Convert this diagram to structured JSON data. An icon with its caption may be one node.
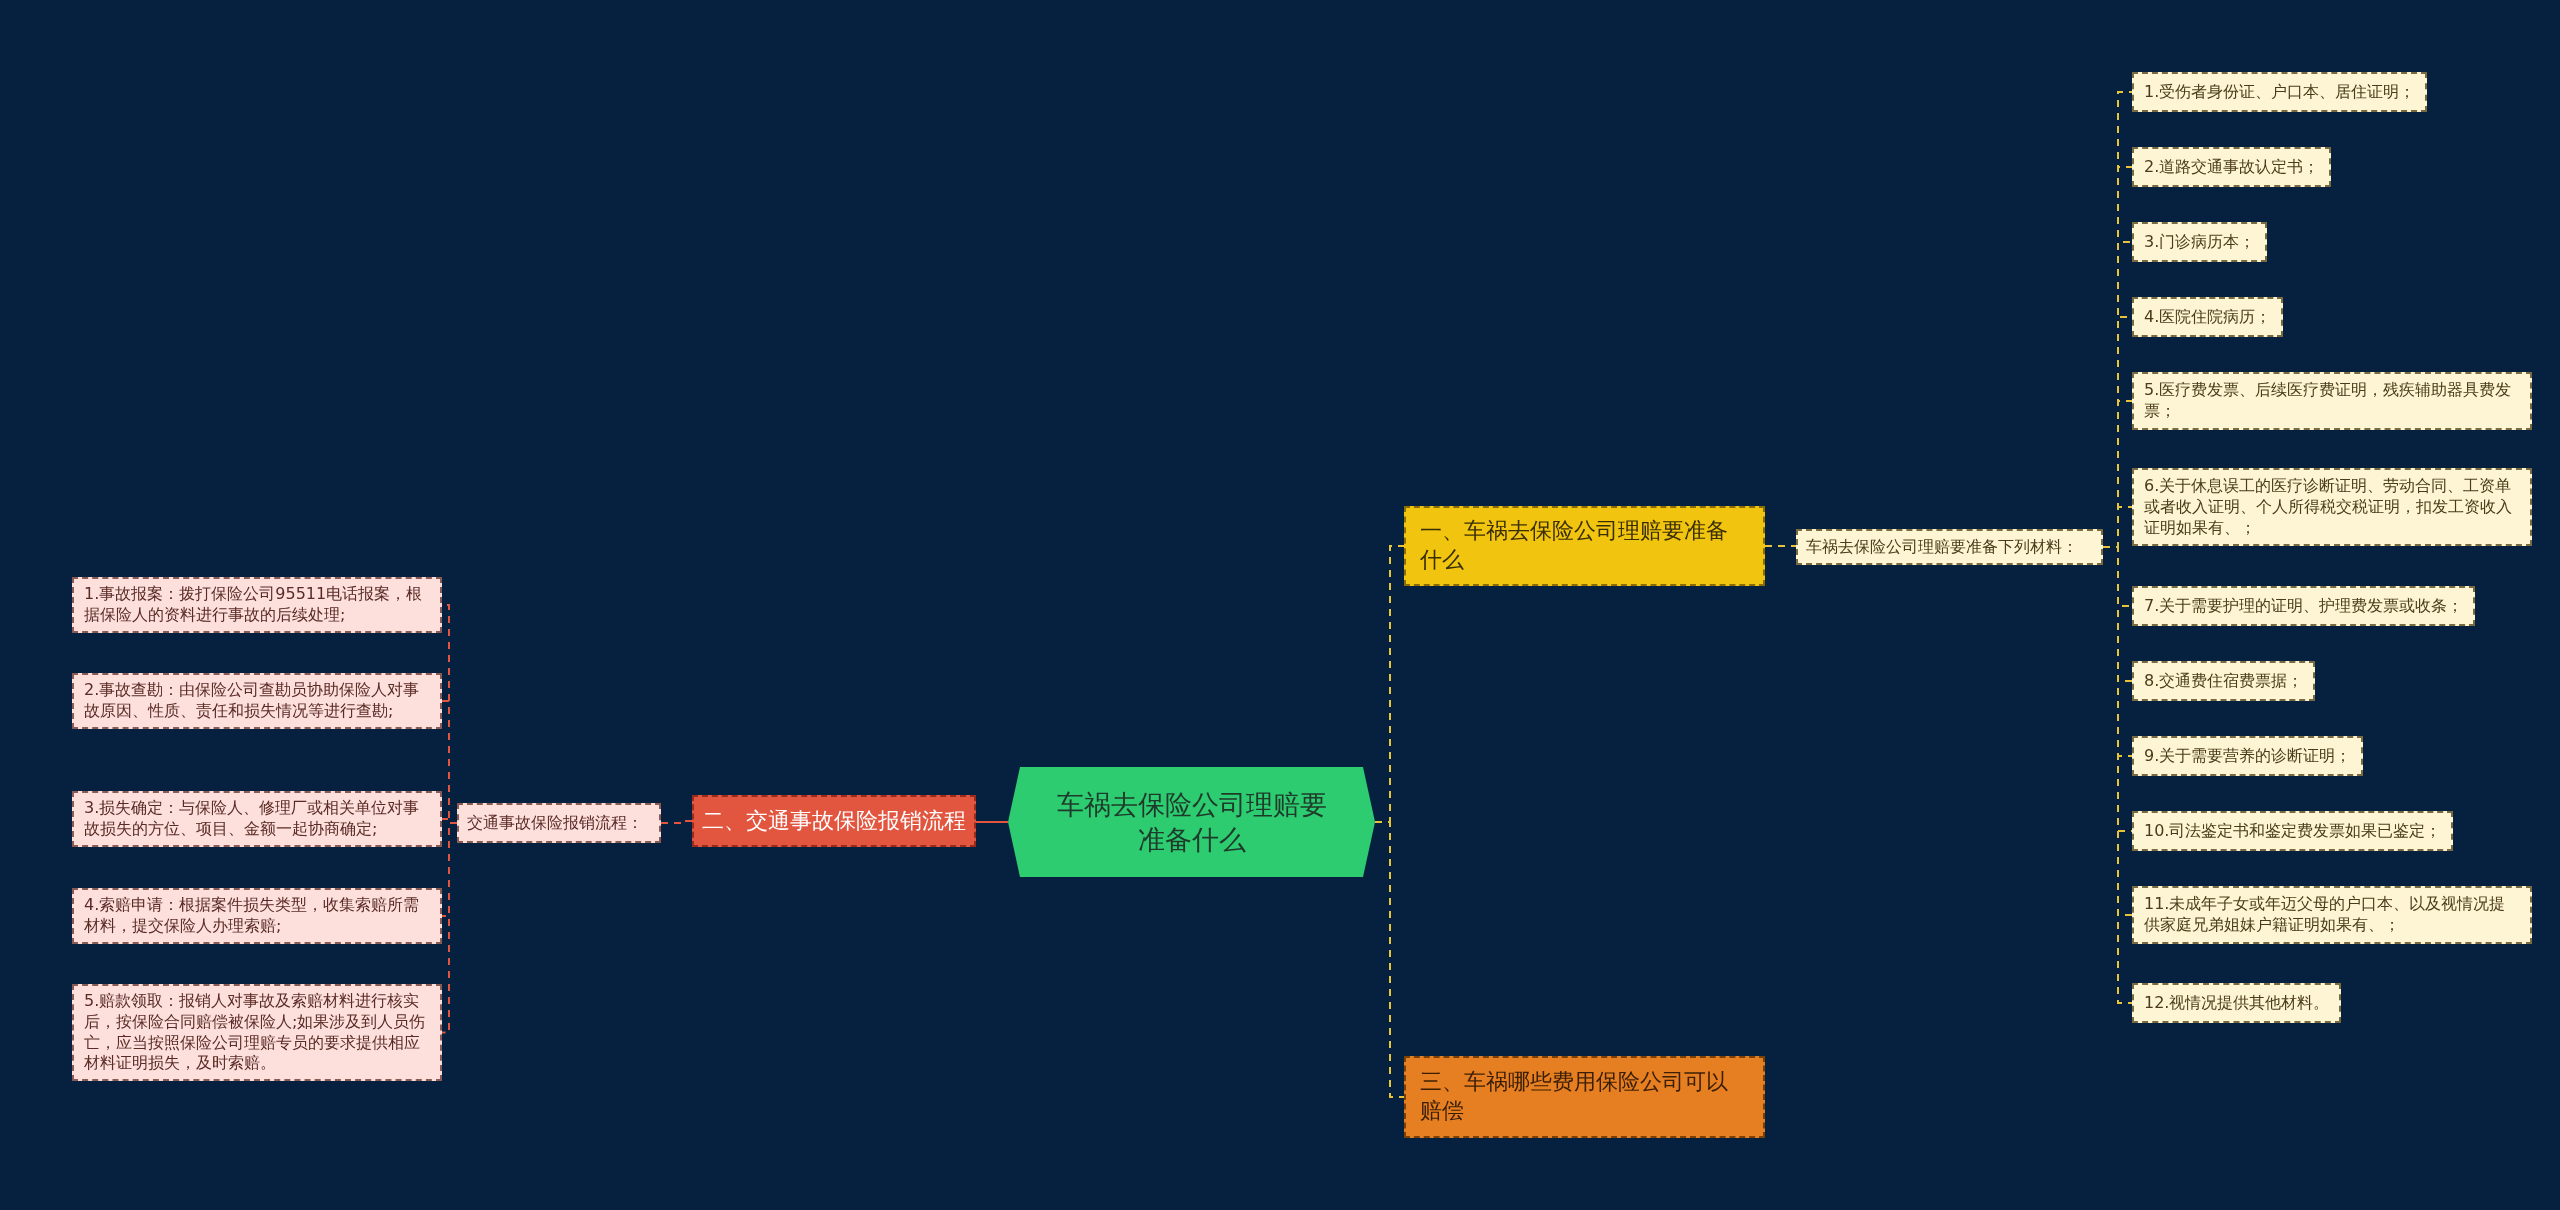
{
  "diagram": {
    "nodes": [
      {
        "text": [
          "车祸去保险公司理赔要准备什么"
        ]
      },
      {
        "text": [
          "一、车祸去保险公司理赔要准备什么"
        ]
      },
      {
        "text": [
          "车祸去保险公司理赔要准备下列材料："
        ]
      },
      {
        "text": [
          "1.受伤者身份证、户口本、居住证明；"
        ]
      },
      {
        "text": [
          "2.道路交通事故认定书；"
        ]
      },
      {
        "text": [
          "3.门诊病历本；"
        ]
      },
      {
        "text": [
          "4.医院住院病历；"
        ]
      },
      {
        "text": [
          "5.医疗费发票、后续医疗费证明，残疾辅助器具费发票；"
        ]
      },
      {
        "text": [
          "6.关于休息误工的医疗诊断证明、劳动合同、工资单或者收入证明、个人所得税交税证明，扣发工资收入证明如果有、；"
        ]
      },
      {
        "text": [
          "7.关于需要护理的证明、护理费发票或收条；"
        ]
      },
      {
        "text": [
          "8.交通费住宿费票据；"
        ]
      },
      {
        "text": [
          "9.关于需要营养的诊断证明；"
        ]
      },
      {
        "text": [
          "10.司法鉴定书和鉴定费发票如果已鉴定；"
        ]
      },
      {
        "text": [
          "11.未成年子女或年迈父母的户口本、以及视情况提供家庭兄弟姐妹户籍证明如果有、；"
        ]
      },
      {
        "text": [
          "12.视情况提供其他材料。"
        ]
      },
      {
        "text": [
          "三、车祸哪些费用保险公司可以赔偿"
        ]
      },
      {
        "text": [
          "二、交通事故保险报销流程"
        ]
      },
      {
        "text": [
          "交通事故保险报销流程："
        ]
      },
      {
        "text": [
          "1.事故报案：拨打保险公司95511电话报案，根据保险人的资料进行事故的后续处理;"
        ]
      },
      {
        "text": [
          "2.事故查勘：由保险公司查勘员协助保险人对事故原因、性质、责任和损失情况等进行查勘;"
        ]
      },
      {
        "text": [
          "3.损失确定：与保险人、修理厂或相关单位对事故损失的方位、项目、金额一起协商确定;"
        ]
      },
      {
        "text": [
          "4.索赔申请：根据案件损失类型，收集索赔所需材料，提交保险人办理索赔;"
        ]
      },
      {
        "text": [
          "5.赔款领取：报销人对事故及索赔材料进行核实后，按保险合同赔偿被保险人;如果涉及到人员伤亡，应当按照保险公司理赔专员的要求提供相应材料证明损失，及时索赔。"
        ]
      }
    ],
    "edges": [
      {
        "from": 0,
        "to": 1,
        "arrow": "none",
        "style": "dashed"
      },
      {
        "from": 1,
        "to": 2,
        "arrow": "none",
        "style": "dashed"
      },
      {
        "from": 2,
        "to": 3,
        "arrow": "none",
        "style": "dashed"
      },
      {
        "from": 2,
        "to": 4,
        "arrow": "none",
        "style": "dashed"
      },
      {
        "from": 2,
        "to": 5,
        "arrow": "none",
        "style": "dashed"
      },
      {
        "from": 2,
        "to": 6,
        "arrow": "none",
        "style": "dashed"
      },
      {
        "from": 2,
        "to": 7,
        "arrow": "none",
        "style": "dashed"
      },
      {
        "from": 2,
        "to": 8,
        "arrow": "none",
        "style": "dashed"
      },
      {
        "from": 2,
        "to": 9,
        "arrow": "none",
        "style": "dashed"
      },
      {
        "from": 2,
        "to": 10,
        "arrow": "none",
        "style": "dashed"
      },
      {
        "from": 2,
        "to": 11,
        "arrow": "none",
        "style": "dashed"
      },
      {
        "from": 2,
        "to": 12,
        "arrow": "none",
        "style": "dashed"
      },
      {
        "from": 2,
        "to": 13,
        "arrow": "none",
        "style": "dashed"
      },
      {
        "from": 2,
        "to": 14,
        "arrow": "none",
        "style": "dashed"
      },
      {
        "from": 0,
        "to": 15,
        "arrow": "none",
        "style": "dashed"
      },
      {
        "from": 0,
        "to": 16,
        "arrow": "none",
        "color": "#e2553f"
      },
      {
        "from": 16,
        "to": 17,
        "arrow": "none",
        "style": "dashed",
        "color": "#e2553f"
      },
      {
        "from": 17,
        "to": 18,
        "arrow": "none",
        "style": "dashed",
        "color": "#e2553f"
      },
      {
        "from": 17,
        "to": 19,
        "arrow": "none",
        "style": "dashed",
        "color": "#e2553f"
      },
      {
        "from": 17,
        "to": 20,
        "arrow": "none",
        "style": "dashed",
        "color": "#e2553f"
      },
      {
        "from": 17,
        "to": 21,
        "arrow": "none",
        "style": "dashed",
        "color": "#e2553f"
      },
      {
        "from": 17,
        "to": 22,
        "arrow": "none",
        "style": "dashed",
        "color": "#e2553f"
      }
    ]
  }
}
